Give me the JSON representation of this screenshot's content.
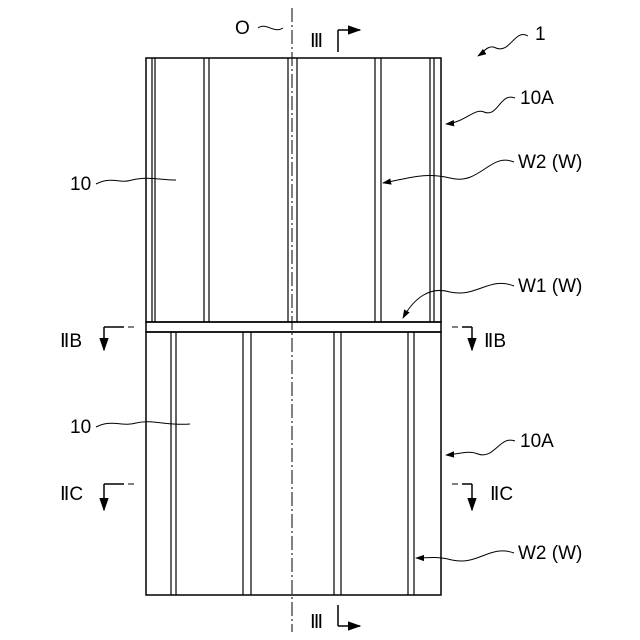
{
  "labels": {
    "axis_o": "O",
    "section_iii_top": "Ⅲ",
    "section_iii_bottom": "Ⅲ",
    "ref_1": "1",
    "ref_10a_upper": "10A",
    "ref_10a_lower": "10A",
    "ref_10_upper": "10",
    "ref_10_lower": "10",
    "ref_w2_upper": "W2 (W)",
    "ref_w2_lower": "W2 (W)",
    "ref_w1": "W1 (W)",
    "section_iib_left": "ⅡB",
    "section_iib_right": "ⅡB",
    "section_iic_left": "ⅡC",
    "section_iic_right": "ⅡC"
  },
  "colors": {
    "line": "#000000",
    "background": "#ffffff"
  }
}
